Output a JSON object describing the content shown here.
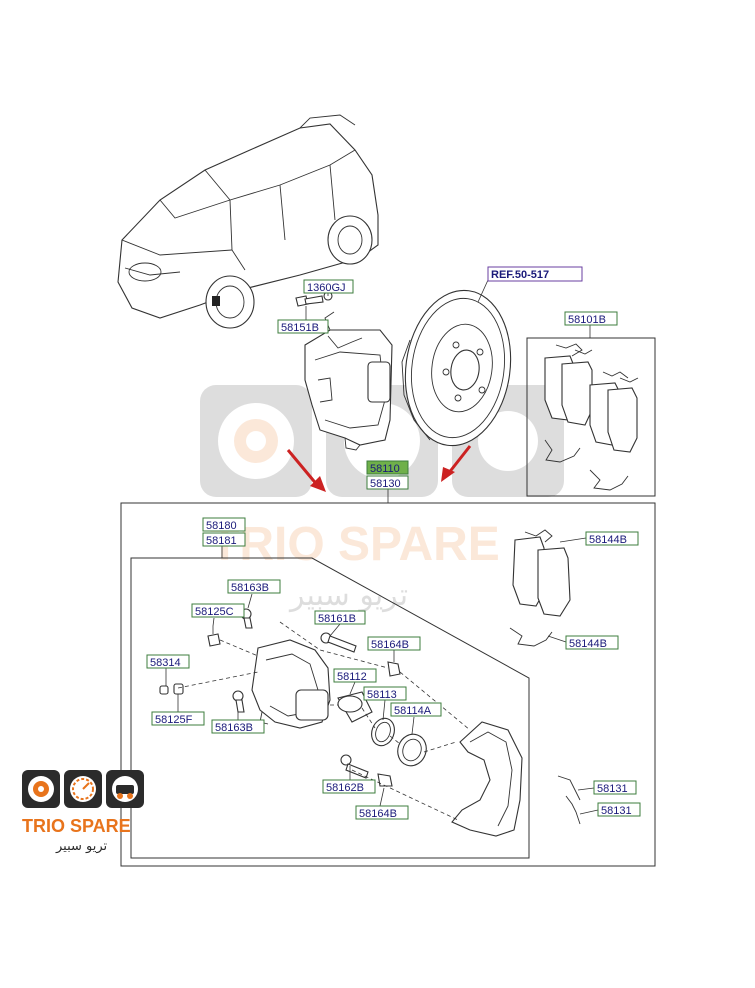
{
  "labels": {
    "l1360GJ": "1360GJ",
    "l58151B": "58151B",
    "ref": "REF.50-517",
    "l58101B": "58101B",
    "l58110": "58110",
    "l58130": "58130",
    "l58180": "58180",
    "l58181": "58181",
    "l58144B_top": "58144B",
    "l58144B_bot": "58144B",
    "l58163B_top": "58163B",
    "l58125C": "58125C",
    "l58161B": "58161B",
    "l58164B_top": "58164B",
    "l58314": "58314",
    "l58112": "58112",
    "l58113": "58113",
    "l58114A": "58114A",
    "l58125F": "58125F",
    "l58163B_bot": "58163B",
    "l58162B": "58162B",
    "l58164B_bot": "58164B",
    "l58131_top": "58131",
    "l58131_bot": "58131"
  },
  "watermark": {
    "brand": "TRIO SPARE",
    "arabic": "تريو سبير"
  },
  "logo": {
    "brand": "TRIO SPARE",
    "arabic": "تريو سبير"
  },
  "colors": {
    "label_border": "#3c7d3c",
    "label_text": "#1a1a7a",
    "highlight": "#6fb04a",
    "arrow": "#cc2222",
    "logo_orange": "#e8741c"
  }
}
